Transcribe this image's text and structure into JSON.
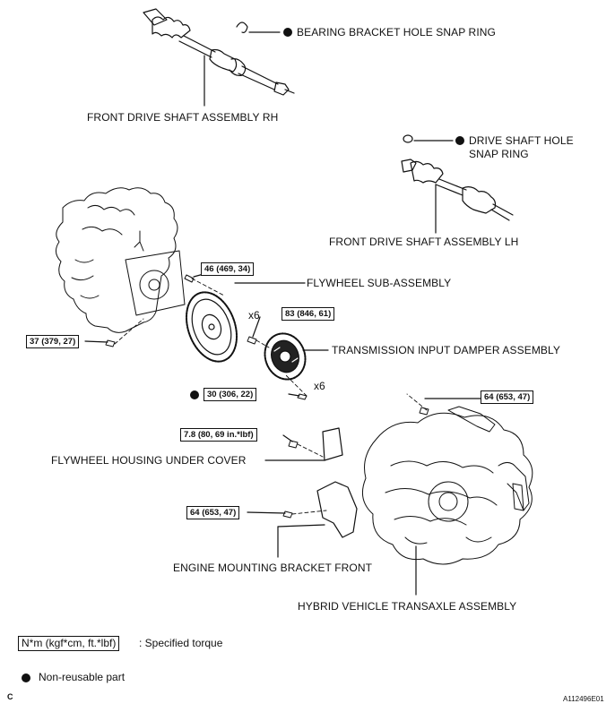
{
  "labels": {
    "bearing_bracket_snap_ring": "BEARING BRACKET HOLE SNAP RING",
    "front_drive_shaft_rh": "FRONT DRIVE SHAFT ASSEMBLY RH",
    "drive_shaft_snap_ring_l1": "DRIVE SHAFT HOLE",
    "drive_shaft_snap_ring_l2": "SNAP RING",
    "front_drive_shaft_lh": "FRONT DRIVE SHAFT ASSEMBLY LH",
    "flywheel_sub_assembly": "FLYWHEEL SUB-ASSEMBLY",
    "transmission_input_damper": "TRANSMISSION INPUT DAMPER ASSEMBLY",
    "flywheel_housing_under_cover": "FLYWHEEL HOUSING UNDER COVER",
    "engine_mounting_bracket_front": "ENGINE MOUNTING BRACKET FRONT",
    "hybrid_transaxle": "HYBRID VEHICLE TRANSAXLE ASSEMBLY"
  },
  "torque": {
    "flywheel_bolt": "46 (469, 34)",
    "damper_bolt": "83 (846, 61)",
    "engine_bolt": "37 (379, 27)",
    "damper_pin": "30 (306, 22)",
    "transaxle_top": "64 (653, 47)",
    "under_cover_bolt": "7.8 (80, 69 in.*lbf)",
    "bracket_bolt": "64 (653, 47)"
  },
  "multipliers": {
    "flywheel_bolts": "x6",
    "damper_pins": "x6"
  },
  "legend": {
    "torque_unit": "N*m (kgf*cm, ft.*lbf)",
    "torque_desc": ": Specified torque",
    "non_reusable": "Non-reusable part"
  },
  "footer": {
    "corner_letter": "C",
    "figure_code": "A112496E01"
  }
}
